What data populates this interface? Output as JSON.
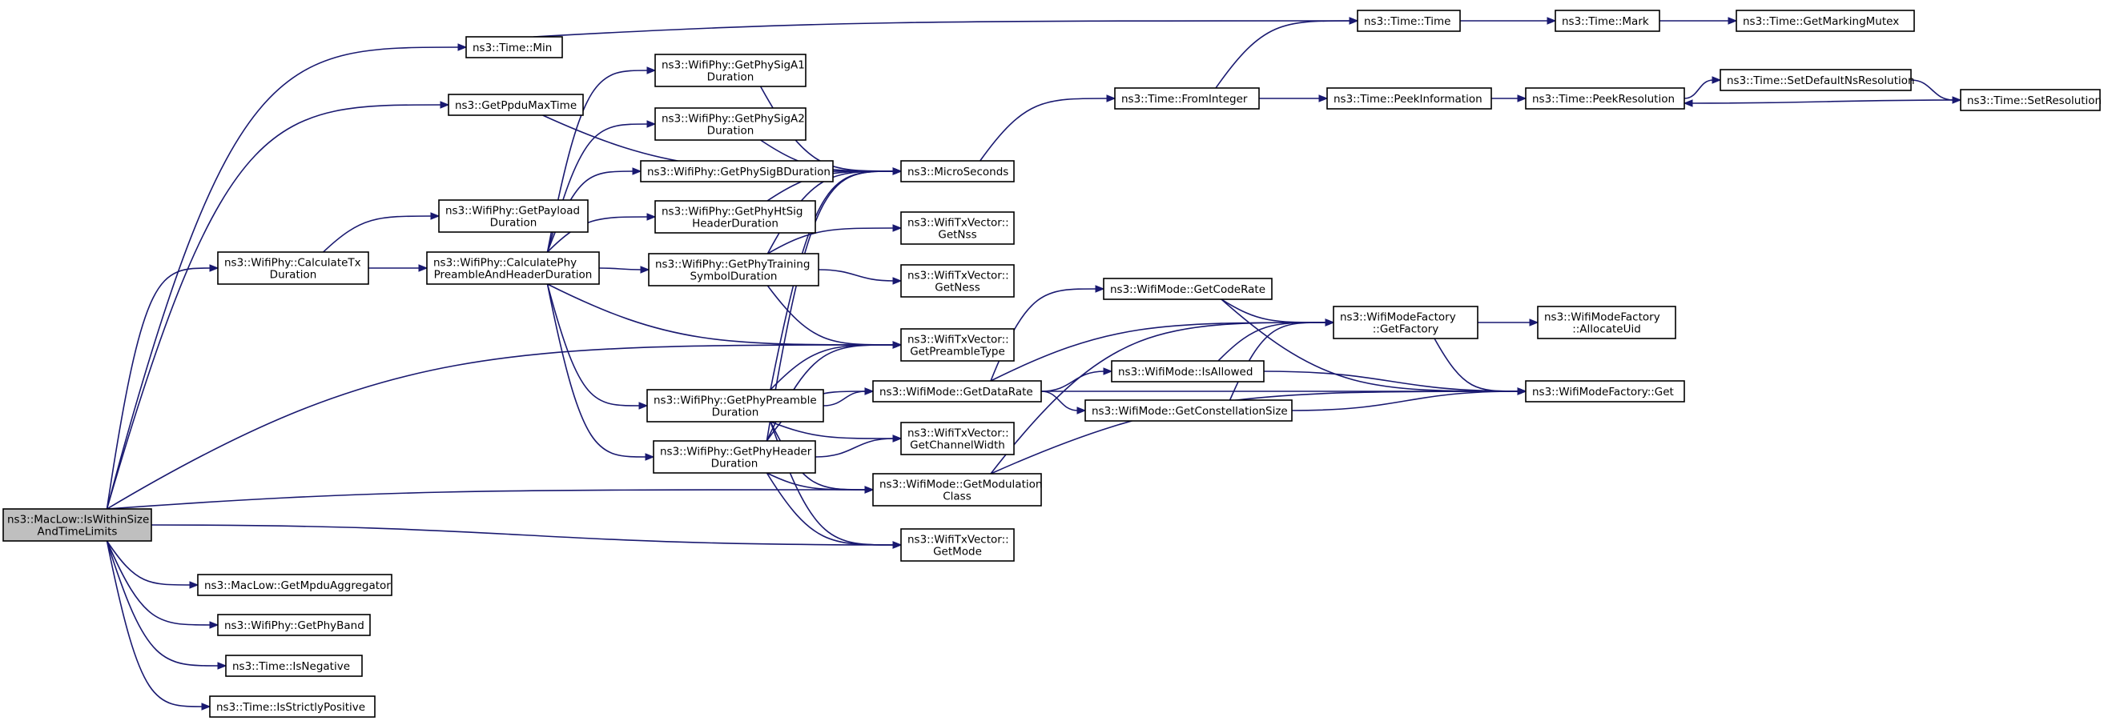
{
  "nodes": [
    {
      "id": "root",
      "lines": [
        "ns3::MacLow::IsWithinSize",
        "AndTimeLimits"
      ],
      "root": true
    },
    {
      "id": "timeMin",
      "lines": [
        "ns3::Time::Min"
      ]
    },
    {
      "id": "ppduMax",
      "lines": [
        "ns3::GetPpduMaxTime"
      ]
    },
    {
      "id": "calcTx",
      "lines": [
        "ns3::WifiPhy::CalculateTx",
        "Duration"
      ]
    },
    {
      "id": "getPayload",
      "lines": [
        "ns3::WifiPhy::GetPayload",
        "Duration"
      ]
    },
    {
      "id": "calcPhy",
      "lines": [
        "ns3::WifiPhy::CalculatePhy",
        "PreambleAndHeaderDuration"
      ]
    },
    {
      "id": "sigA1",
      "lines": [
        "ns3::WifiPhy::GetPhySigA1",
        "Duration"
      ]
    },
    {
      "id": "sigA2",
      "lines": [
        "ns3::WifiPhy::GetPhySigA2",
        "Duration"
      ]
    },
    {
      "id": "sigB",
      "lines": [
        "ns3::WifiPhy::GetPhySigBDuration"
      ]
    },
    {
      "id": "htSig",
      "lines": [
        "ns3::WifiPhy::GetPhyHtSig",
        "HeaderDuration"
      ]
    },
    {
      "id": "training",
      "lines": [
        "ns3::WifiPhy::GetPhyTraining",
        "SymbolDuration"
      ]
    },
    {
      "id": "phyPreamble",
      "lines": [
        "ns3::WifiPhy::GetPhyPreamble",
        "Duration"
      ]
    },
    {
      "id": "phyHeader",
      "lines": [
        "ns3::WifiPhy::GetPhyHeader",
        "Duration"
      ]
    },
    {
      "id": "micro",
      "lines": [
        "ns3::MicroSeconds"
      ]
    },
    {
      "id": "nss",
      "lines": [
        "ns3::WifiTxVector::",
        "GetNss"
      ]
    },
    {
      "id": "ness",
      "lines": [
        "ns3::WifiTxVector::",
        "GetNess"
      ]
    },
    {
      "id": "preambleType",
      "lines": [
        "ns3::WifiTxVector::",
        "GetPreambleType"
      ]
    },
    {
      "id": "channelWidth",
      "lines": [
        "ns3::WifiTxVector::",
        "GetChannelWidth"
      ]
    },
    {
      "id": "getMode",
      "lines": [
        "ns3::WifiTxVector::",
        "GetMode"
      ]
    },
    {
      "id": "dataRate",
      "lines": [
        "ns3::WifiMode::GetDataRate"
      ]
    },
    {
      "id": "modClass",
      "lines": [
        "ns3::WifiMode::GetModulation",
        "Class"
      ]
    },
    {
      "id": "codeRate",
      "lines": [
        "ns3::WifiMode::GetCodeRate"
      ]
    },
    {
      "id": "isAllowed",
      "lines": [
        "ns3::WifiMode::IsAllowed"
      ]
    },
    {
      "id": "constellation",
      "lines": [
        "ns3::WifiMode::GetConstellationSize"
      ]
    },
    {
      "id": "factory",
      "lines": [
        "ns3::WifiModeFactory",
        "::GetFactory"
      ]
    },
    {
      "id": "allocUid",
      "lines": [
        "ns3::WifiModeFactory",
        "::AllocateUid"
      ]
    },
    {
      "id": "factoryGet",
      "lines": [
        "ns3::WifiModeFactory::Get"
      ]
    },
    {
      "id": "fromInteger",
      "lines": [
        "ns3::Time::FromInteger"
      ]
    },
    {
      "id": "timeTime",
      "lines": [
        "ns3::Time::Time"
      ]
    },
    {
      "id": "timeMark",
      "lines": [
        "ns3::Time::Mark"
      ]
    },
    {
      "id": "markingMutex",
      "lines": [
        "ns3::Time::GetMarkingMutex"
      ]
    },
    {
      "id": "peekInfo",
      "lines": [
        "ns3::Time::PeekInformation"
      ]
    },
    {
      "id": "peekRes",
      "lines": [
        "ns3::Time::PeekResolution"
      ]
    },
    {
      "id": "setDefault",
      "lines": [
        "ns3::Time::SetDefaultNsResolution"
      ]
    },
    {
      "id": "setRes",
      "lines": [
        "ns3::Time::SetResolution"
      ]
    },
    {
      "id": "mpduAgg",
      "lines": [
        "ns3::MacLow::GetMpduAggregator"
      ]
    },
    {
      "id": "phyBand",
      "lines": [
        "ns3::WifiPhy::GetPhyBand"
      ]
    },
    {
      "id": "isNegative",
      "lines": [
        "ns3::Time::IsNegative"
      ]
    },
    {
      "id": "strictlyPos",
      "lines": [
        "ns3::Time::IsStrictlyPositive"
      ]
    }
  ],
  "edges": [
    [
      "root",
      "timeMin"
    ],
    [
      "root",
      "ppduMax"
    ],
    [
      "root",
      "calcTx"
    ],
    [
      "root",
      "preambleType"
    ],
    [
      "root",
      "modClass"
    ],
    [
      "root",
      "getMode"
    ],
    [
      "root",
      "mpduAgg"
    ],
    [
      "root",
      "phyBand"
    ],
    [
      "root",
      "isNegative"
    ],
    [
      "root",
      "strictlyPos"
    ],
    [
      "timeMin",
      "timeTime"
    ],
    [
      "ppduMax",
      "micro"
    ],
    [
      "calcTx",
      "getPayload"
    ],
    [
      "calcTx",
      "calcPhy"
    ],
    [
      "calcPhy",
      "sigA1"
    ],
    [
      "calcPhy",
      "sigA2"
    ],
    [
      "calcPhy",
      "sigB"
    ],
    [
      "calcPhy",
      "htSig"
    ],
    [
      "calcPhy",
      "training"
    ],
    [
      "calcPhy",
      "preambleType"
    ],
    [
      "calcPhy",
      "phyPreamble"
    ],
    [
      "calcPhy",
      "phyHeader"
    ],
    [
      "sigA1",
      "micro"
    ],
    [
      "sigA2",
      "micro"
    ],
    [
      "sigB",
      "micro"
    ],
    [
      "htSig",
      "micro"
    ],
    [
      "training",
      "micro"
    ],
    [
      "training",
      "nss"
    ],
    [
      "training",
      "ness"
    ],
    [
      "training",
      "preambleType"
    ],
    [
      "phyPreamble",
      "micro"
    ],
    [
      "phyPreamble",
      "preambleType"
    ],
    [
      "phyPreamble",
      "dataRate"
    ],
    [
      "phyPreamble",
      "channelWidth"
    ],
    [
      "phyPreamble",
      "modClass"
    ],
    [
      "phyPreamble",
      "getMode"
    ],
    [
      "phyHeader",
      "micro"
    ],
    [
      "phyHeader",
      "preambleType"
    ],
    [
      "phyHeader",
      "dataRate"
    ],
    [
      "phyHeader",
      "channelWidth"
    ],
    [
      "phyHeader",
      "modClass"
    ],
    [
      "phyHeader",
      "getMode"
    ],
    [
      "dataRate",
      "codeRate"
    ],
    [
      "dataRate",
      "factory"
    ],
    [
      "dataRate",
      "isAllowed"
    ],
    [
      "dataRate",
      "constellation"
    ],
    [
      "dataRate",
      "factoryGet"
    ],
    [
      "codeRate",
      "factory"
    ],
    [
      "codeRate",
      "factoryGet"
    ],
    [
      "isAllowed",
      "factory"
    ],
    [
      "isAllowed",
      "factoryGet"
    ],
    [
      "constellation",
      "factory"
    ],
    [
      "constellation",
      "factoryGet"
    ],
    [
      "modClass",
      "factory"
    ],
    [
      "modClass",
      "factoryGet"
    ],
    [
      "factory",
      "allocUid"
    ],
    [
      "factory",
      "factoryGet"
    ],
    [
      "micro",
      "fromInteger"
    ],
    [
      "fromInteger",
      "timeTime"
    ],
    [
      "fromInteger",
      "peekInfo"
    ],
    [
      "timeTime",
      "timeMark"
    ],
    [
      "timeMark",
      "markingMutex"
    ],
    [
      "peekInfo",
      "peekRes"
    ],
    [
      "peekRes",
      "setDefault"
    ],
    [
      "setDefault",
      "setRes"
    ],
    [
      "setRes",
      "peekRes"
    ]
  ]
}
